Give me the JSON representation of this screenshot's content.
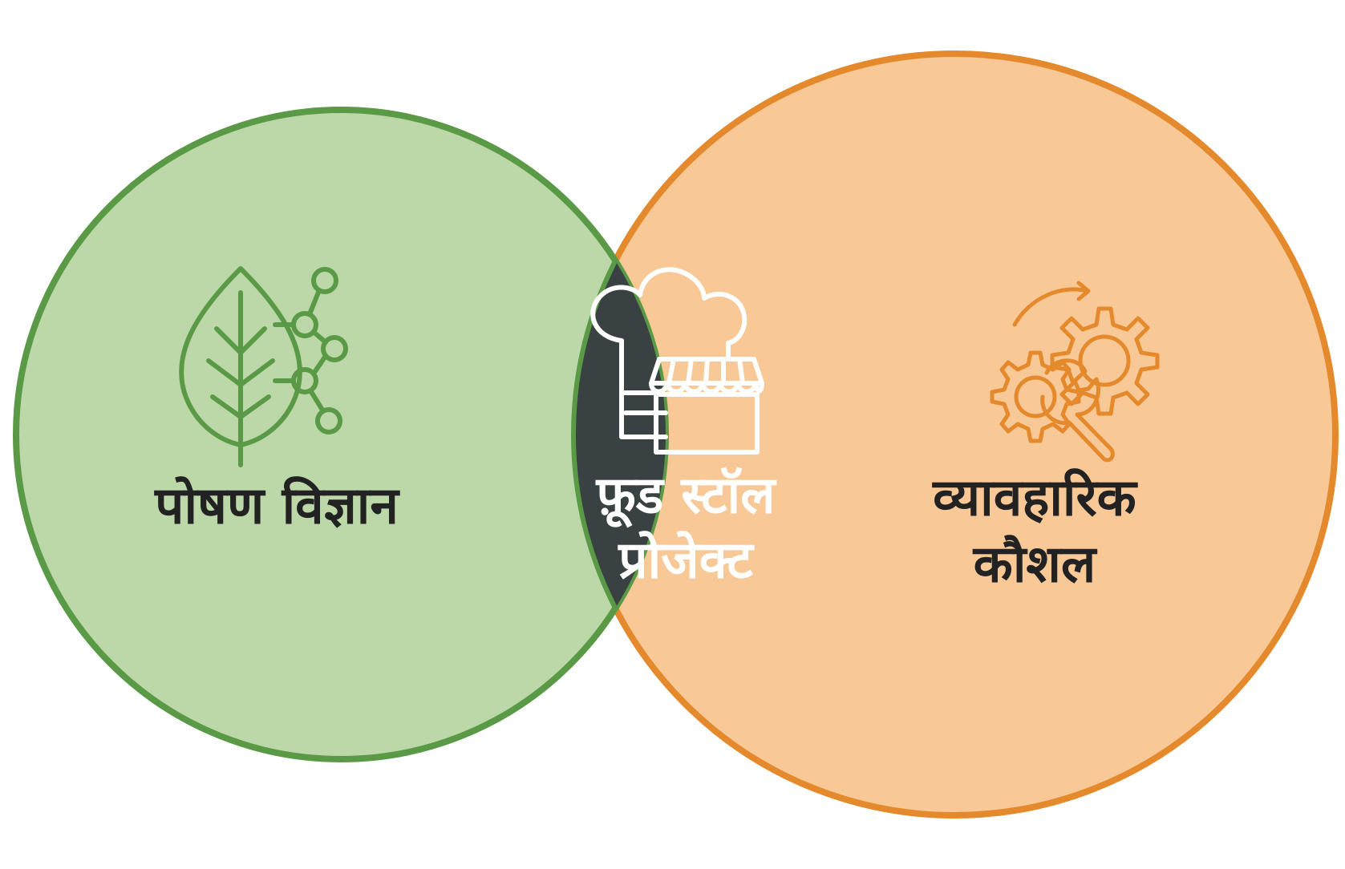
{
  "diagram": {
    "left": {
      "label": "पोषण विज्ञान",
      "icon": "leaf-molecule-icon",
      "fill": "#bcd8a8",
      "stroke": "#5a9a46",
      "icon_color": "#5a9a46",
      "text_color": "#222222"
    },
    "center": {
      "label_line1": "फ़ूड स्टॉल",
      "label_line2": "प्रोजेक्ट",
      "icon": "chef-hat-stall-icon",
      "fill": "#3a4143",
      "icon_color": "#ffffff",
      "text_color": "#ffffff"
    },
    "right": {
      "label_line1": "व्यावहारिक",
      "label_line2": "कौशल",
      "icon": "gear-wrench-icon",
      "fill": "#f8c896",
      "stroke": "#e48a2c",
      "icon_color": "#e48a2c",
      "text_color": "#222222"
    }
  }
}
